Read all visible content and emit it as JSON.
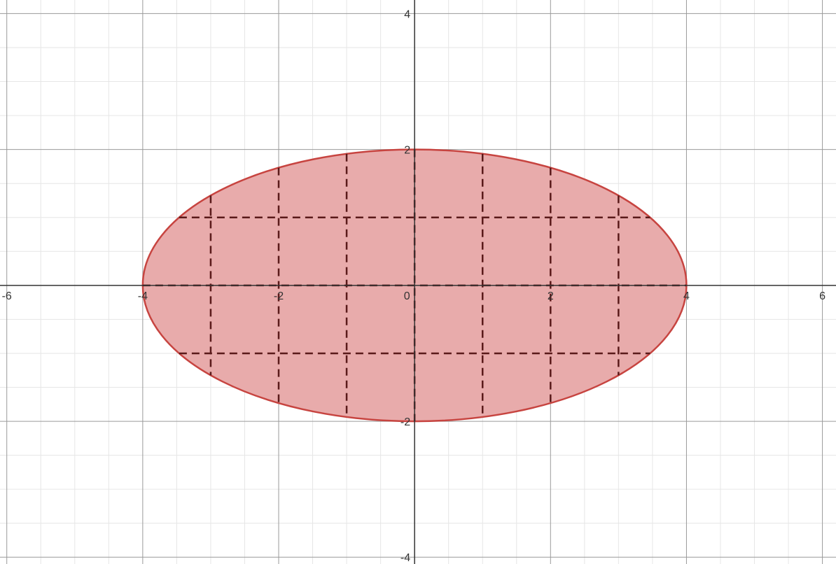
{
  "chart_data": {
    "type": "area",
    "title": "",
    "xlabel": "",
    "ylabel": "",
    "xlim": [
      -6.1,
      6.2
    ],
    "ylim": [
      -4.1,
      4.2
    ],
    "grid": true,
    "x_ticks": [
      -6,
      -4,
      -2,
      0,
      2,
      4,
      6
    ],
    "y_ticks": [
      -4,
      -2,
      2,
      4
    ],
    "x_tick_labels": [
      "-6",
      "-4",
      "-2",
      "0",
      "2",
      "4",
      "6"
    ],
    "y_tick_labels": [
      "-4",
      "-2",
      "2",
      "4"
    ],
    "series": [
      {
        "kind": "ellipse",
        "center": [
          0,
          0
        ],
        "semi_axis_x": 4,
        "semi_axis_y": 2,
        "fill_color": "#e8abab",
        "stroke_color": "#c74440"
      }
    ],
    "dashed_lines": {
      "color": "#5a1a1a",
      "vertical_x": [
        -3,
        -2,
        -1,
        0,
        1,
        2,
        3
      ],
      "horizontal_y": [
        -1,
        0,
        1
      ]
    },
    "colors": {
      "minor_grid": "#e6e6e6",
      "major_grid": "#9a9a9a",
      "axis": "#333333"
    }
  }
}
